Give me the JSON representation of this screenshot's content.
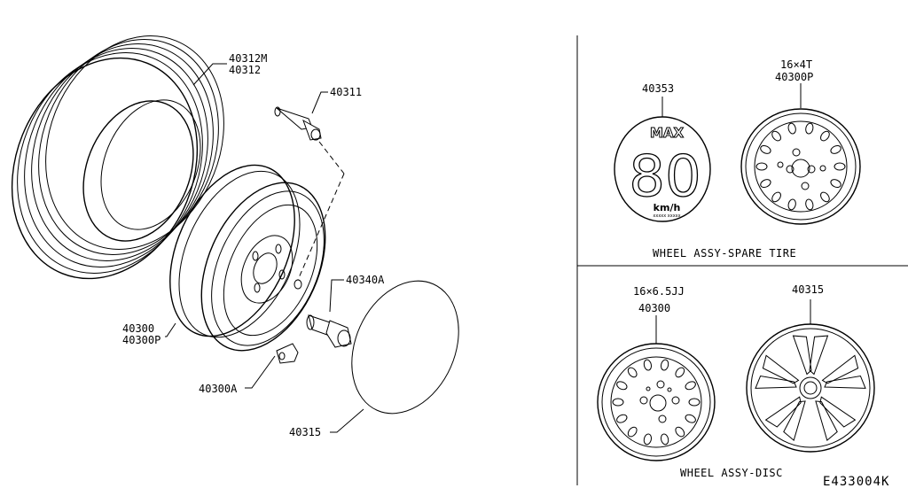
{
  "labels": {
    "tire_part_a": "40312M",
    "tire_part_b": "40312",
    "valve": "40311",
    "wheel_a": "40300",
    "wheel_b": "40300P",
    "nut": "40340A",
    "weight": "40300A",
    "cover": "40315"
  },
  "spare": {
    "label_part": "40353",
    "sign_max": "MAX",
    "sign_speed": "80",
    "sign_unit": "km/h",
    "sign_small": "xxxxx xxxxx",
    "wheel_size": "16×4T",
    "wheel_part": "40300P",
    "caption": "WHEEL ASSY-SPARE TIRE"
  },
  "disc": {
    "wheel_size": "16×6.5JJ",
    "wheel_part": "40300",
    "cover_part": "40315",
    "caption": "WHEEL ASSY-DISC"
  },
  "diagram_code": "E433004K"
}
